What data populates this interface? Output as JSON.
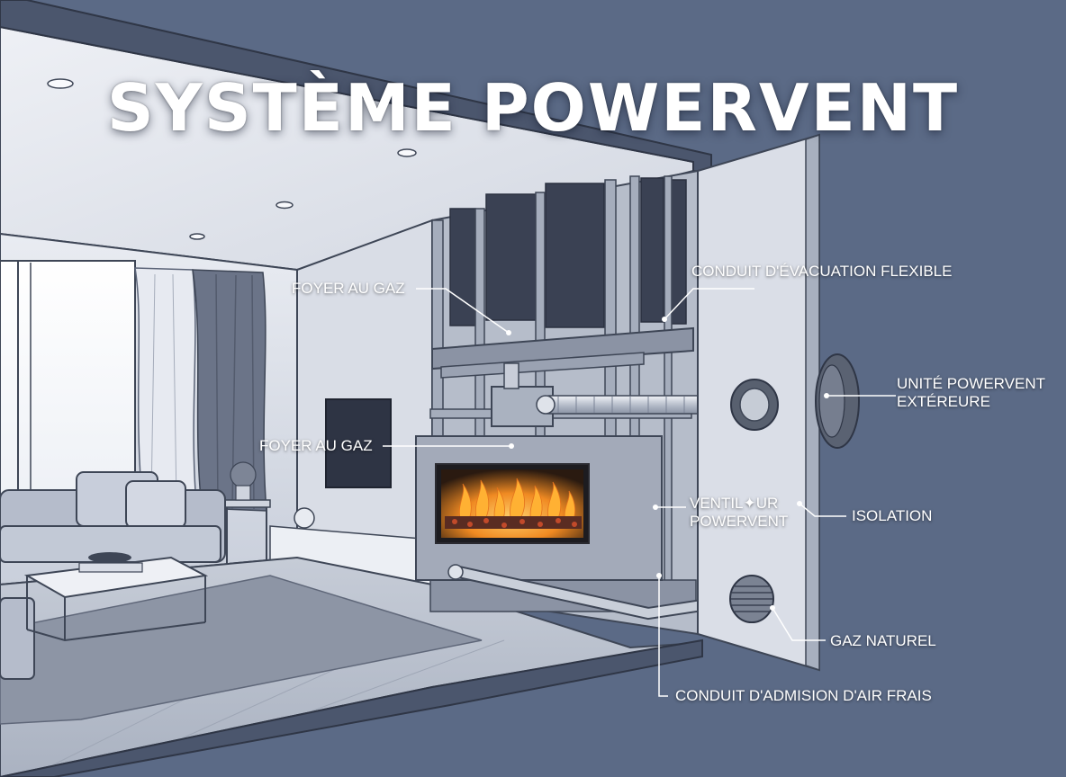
{
  "title": "SYSTÈME POWERVENT",
  "labels": {
    "foyer_top": "FOYER AU GAZ",
    "foyer_mid": "FOYER AU GAZ",
    "conduit_evac": "CONDUIT D'ÉVACUATION FLEXIBLE",
    "unite_line1": "UNITÉ POWERVENT",
    "unite_line2": "EXTÉREURE",
    "vent_line1": "VENTIL✦UR",
    "vent_line2": "POWERVENT",
    "isolation": "ISOLATION",
    "gaz": "GAZ NATUREL",
    "admission": "CONDUIT D'ADMISION D'AIR FRAIS"
  },
  "colors": {
    "background": "#5b6a86",
    "room": "#dfe3ec",
    "line": "#3e4656",
    "flame": "#f59a2a"
  }
}
